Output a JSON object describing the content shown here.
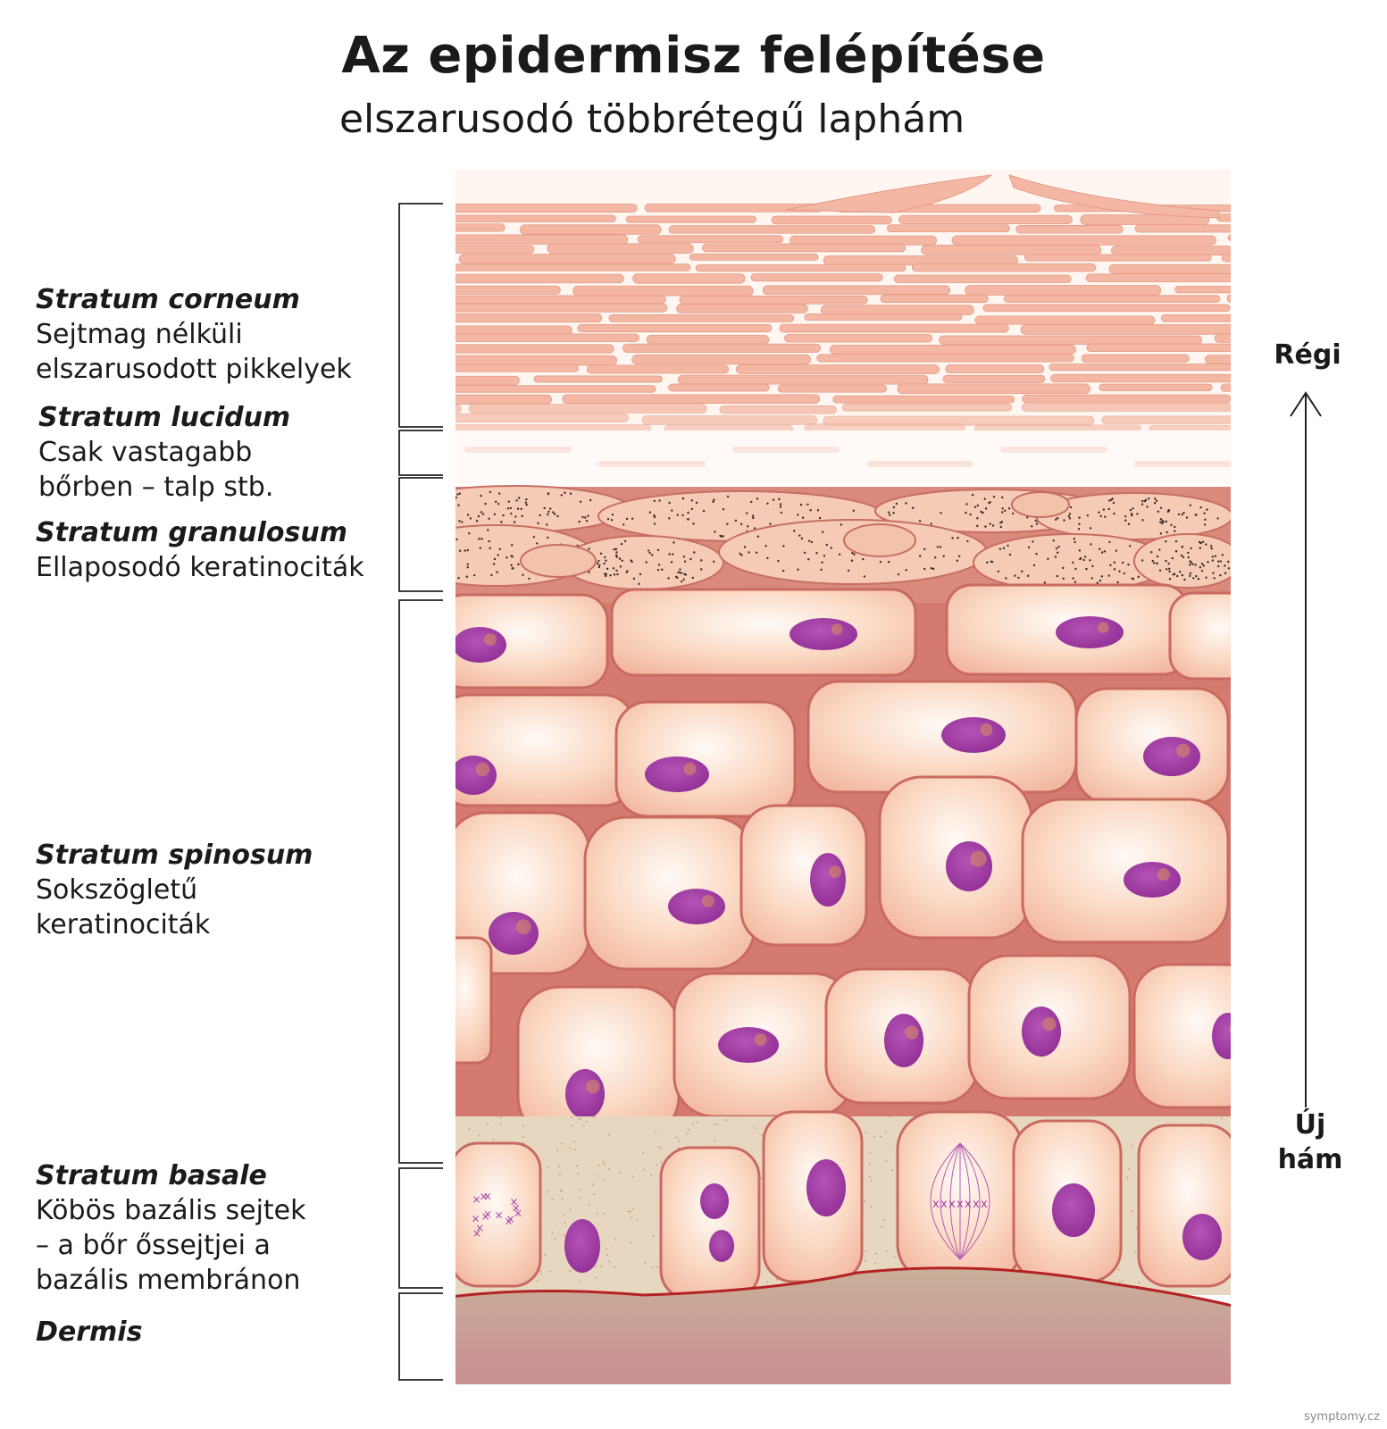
{
  "title": "Az epidermisz felépítése",
  "subtitle": "elszarusodó többrétegű laphám",
  "layers": [
    {
      "name": "Stratum corneum",
      "desc": "Sejtmag nélküli\nelszarusodott pikkelyek"
    },
    {
      "name": "Stratum lucidum",
      "desc": "Csak vastagabb\nbőrben – talp stb."
    },
    {
      "name": "Stratum granulosum",
      "desc": "Ellaposodó keratinociták"
    },
    {
      "name": "Stratum spinosum",
      "desc": "Sokszögletű\nkeratinociták"
    },
    {
      "name": "Stratum basale",
      "desc": "Köbös bazális sejtek\n– a bőr őssejtjei a\nbazális membránon"
    },
    {
      "name": "Dermis",
      "desc": ""
    }
  ],
  "arrow": {
    "top_label": "Régi",
    "bottom_label": "Új\nhám"
  },
  "watermark": "symptomy.cz",
  "colors": {
    "corneum": "#f4b7a3",
    "cell_fill": "#fbd3bd",
    "cell_border": "#d47a70",
    "nucleus": "#a540a8",
    "granule": "#3a2b2b",
    "basal_matrix": "#e8d7c0",
    "dermis": "#c98d8d",
    "membrane": "#b42222"
  }
}
